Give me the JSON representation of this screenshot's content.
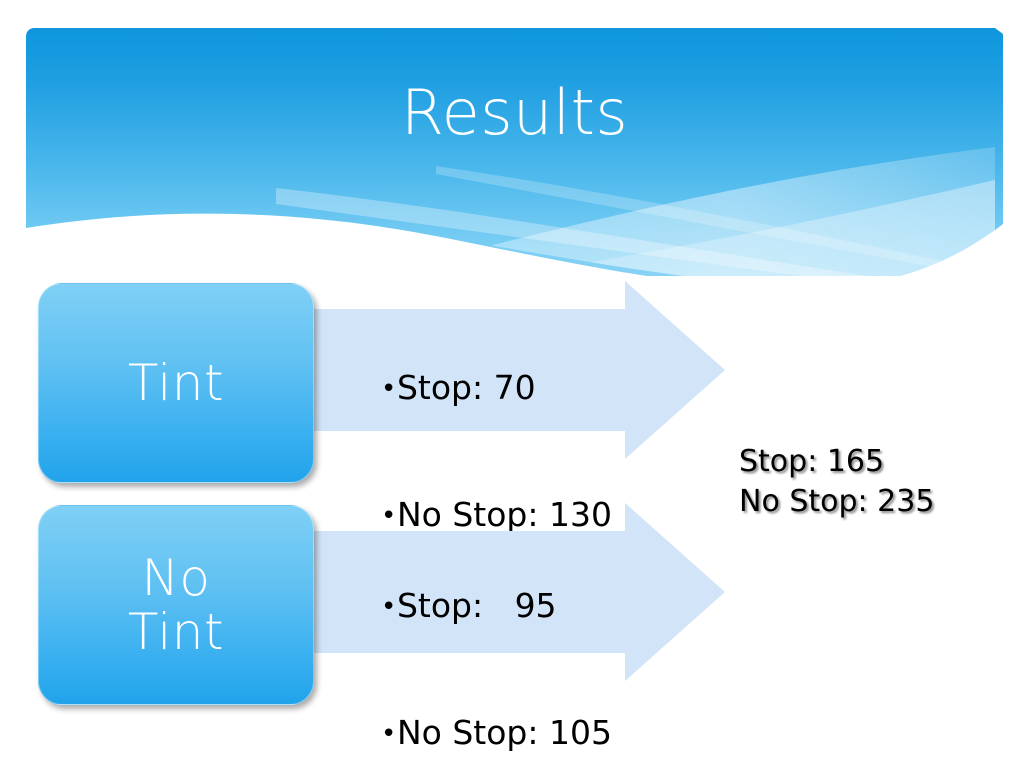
{
  "slide": {
    "title": "Results",
    "background_color": "#ffffff"
  },
  "header": {
    "title": "Results",
    "banner_color_top": "#1e9fe0",
    "banner_color_bottom": "#8ed6f7",
    "title_color": "#ffffff"
  },
  "groups": [
    {
      "box_label": "Tint",
      "box_color_top": "#7fd0f5",
      "box_color_bottom": "#21a3ea",
      "arrow_color": "#d2e4f8",
      "bullets": [
        {
          "bullet": "•",
          "label": "Stop:",
          "value": "70",
          "text": "Stop: 70"
        },
        {
          "bullet": "•",
          "label": "No Stop:",
          "value": "130",
          "text": "No Stop: 130"
        }
      ]
    },
    {
      "box_label": "No\nTint",
      "box_label_line1": "No",
      "box_label_line2": "Tint",
      "box_color_top": "#7fd0f5",
      "box_color_bottom": "#21a3ea",
      "arrow_color": "#d2e4f8",
      "bullets": [
        {
          "bullet": "•",
          "label": "Stop:",
          "value": "95",
          "text": "Stop:   95"
        },
        {
          "bullet": "•",
          "label": "No Stop:",
          "value": "105",
          "text": "No Stop: 105"
        }
      ]
    }
  ],
  "totals": {
    "line1": "Stop: 165",
    "line2": "No Stop: 235",
    "stop_label": "Stop:",
    "stop_value": "165",
    "no_stop_label": "No Stop:",
    "no_stop_value": "235"
  },
  "chart_data": {
    "type": "table",
    "title": "Results",
    "categories": [
      "Tint",
      "No Tint"
    ],
    "series": [
      {
        "name": "Stop",
        "values": [
          70,
          95
        ],
        "total": 165
      },
      {
        "name": "No Stop",
        "values": [
          130,
          105
        ],
        "total": 235
      }
    ],
    "xlabel": "",
    "ylabel": "",
    "grid": false,
    "legend": "none"
  }
}
